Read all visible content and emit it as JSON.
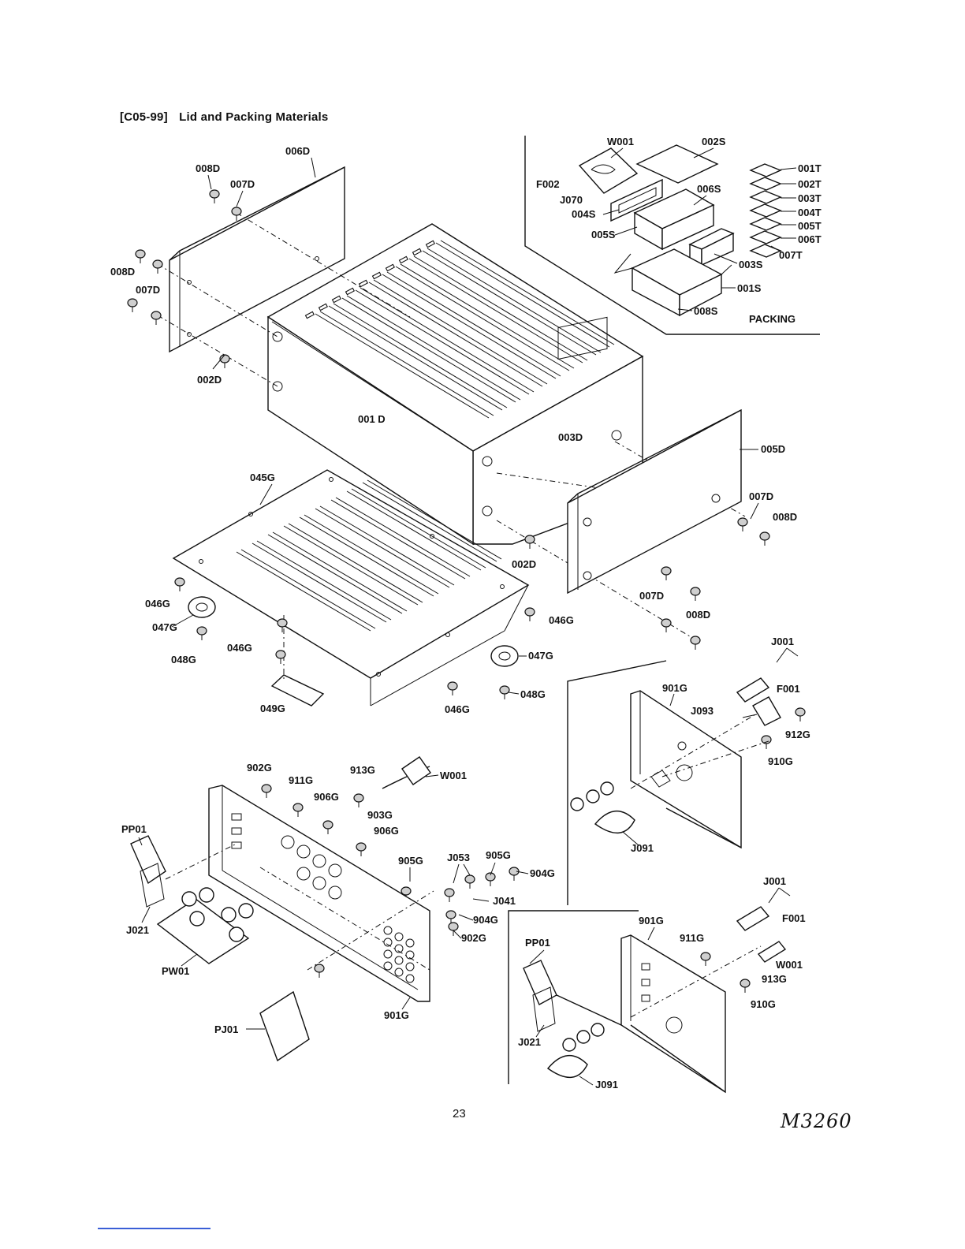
{
  "title": {
    "code": "[C05-99]",
    "text": "Lid and Packing Materials"
  },
  "page_number": "23",
  "handwritten_note": "M3260",
  "sections": {
    "packing": "PACKING"
  },
  "labels": {
    "006D": "006D",
    "008D": "008D",
    "007D": "007D",
    "002D": "002D",
    "001D": "001 D",
    "003D": "003D",
    "005D": "005D",
    "045G": "045G",
    "046G": "046G",
    "047G": "047G",
    "048G": "048G",
    "049G": "049G",
    "W001": "W001",
    "002S": "002S",
    "F002": "F002",
    "J070": "J070",
    "004S": "004S",
    "006S": "006S",
    "005S": "005S",
    "003S": "003S",
    "001S": "001S",
    "008S": "008S",
    "001T": "001T",
    "002T": "002T",
    "003T": "003T",
    "004T": "004T",
    "005T": "005T",
    "006T": "006T",
    "007T": "007T",
    "J001": "J001",
    "F001": "F001",
    "901G": "901G",
    "J093": "J093",
    "912G": "912G",
    "910G": "910G",
    "J091": "J091",
    "902G": "902G",
    "911G": "911G",
    "913G": "913G",
    "906G": "906G",
    "903G": "903G",
    "PP01": "PP01",
    "J021": "J021",
    "PW01": "PW01",
    "PJ01": "PJ01",
    "905G": "905G",
    "J053": "J053",
    "904G": "904G",
    "J041": "J041"
  }
}
